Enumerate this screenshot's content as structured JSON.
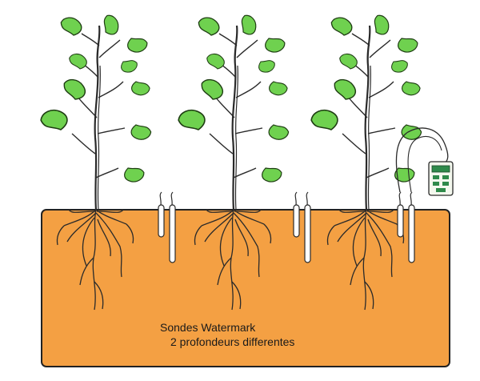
{
  "caption": {
    "line1": "Sondes Watermark",
    "line2": "2 profondeurs differentes"
  },
  "colors": {
    "soil": "#f4a043",
    "soil_border": "#222222",
    "leaf": "#6fd14f",
    "leaf_outline": "#1e3d12",
    "stem": "#2a2a2a",
    "root": "#2a2a2a",
    "probe": "#ffffff",
    "meter_body": "#f4f8ee",
    "meter_screen": "#2f8a4a"
  },
  "plants": [
    {
      "name": "plant-1"
    },
    {
      "name": "plant-2"
    },
    {
      "name": "plant-3"
    }
  ],
  "probe_pairs": [
    {
      "name": "probe-pair-1"
    },
    {
      "name": "probe-pair-2"
    },
    {
      "name": "probe-pair-3"
    }
  ],
  "meter": {
    "icon": "watermark-meter-icon"
  }
}
